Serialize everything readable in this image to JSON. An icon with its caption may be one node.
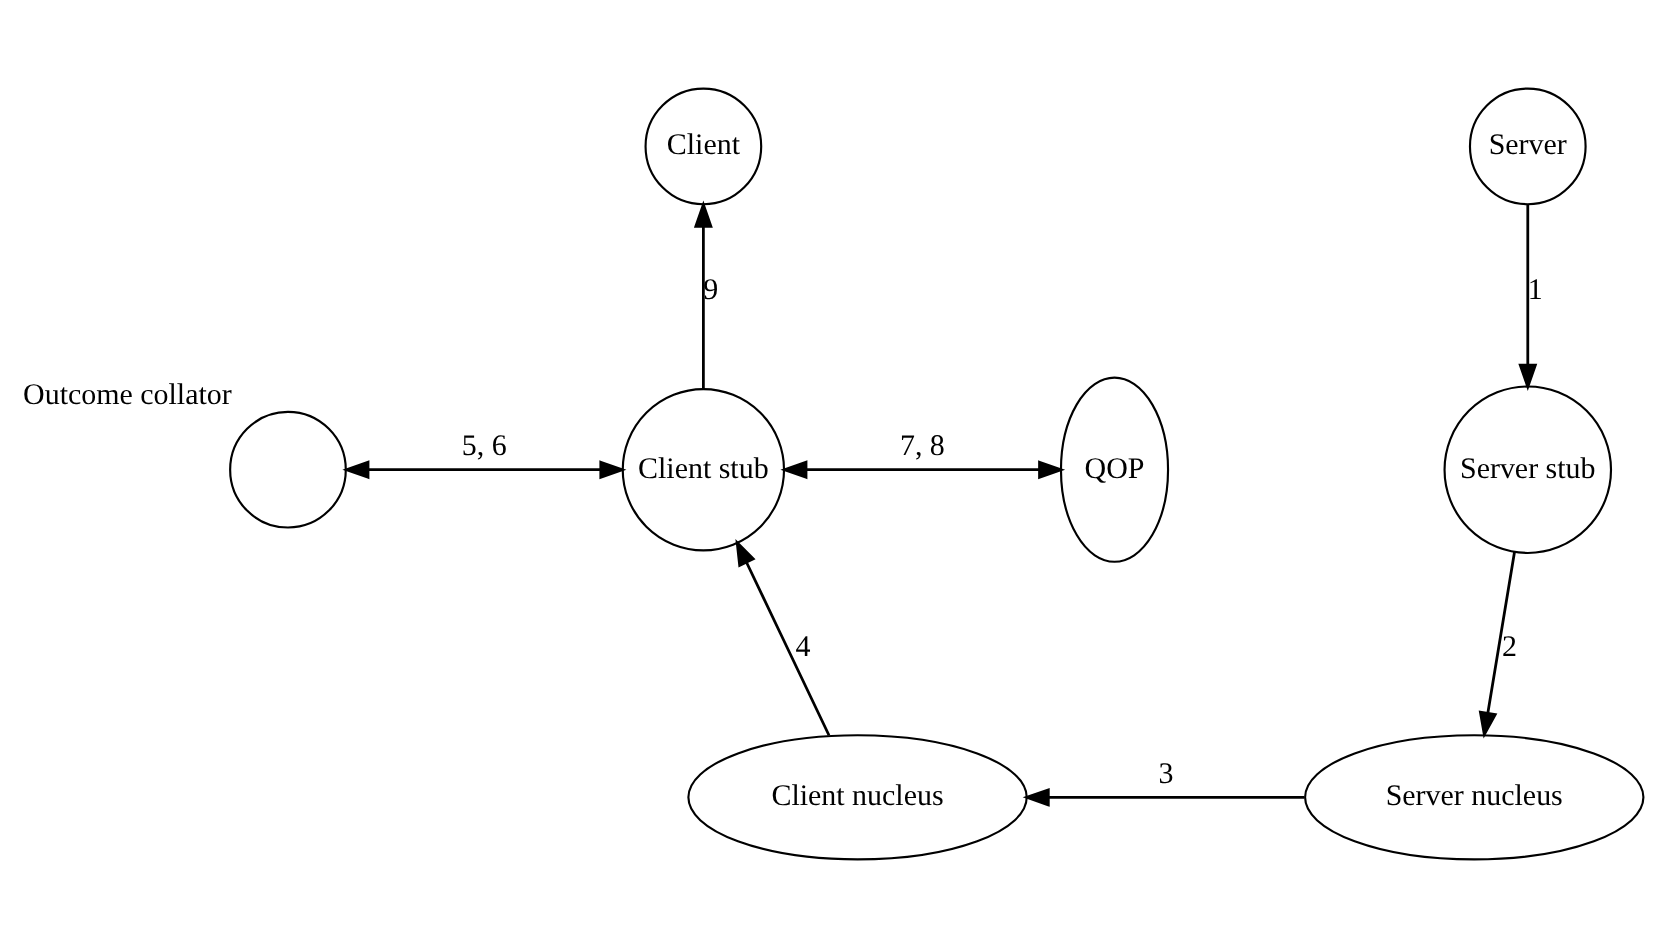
{
  "diagram": {
    "nodes": [
      {
        "text": [
          "Client"
        ]
      },
      {
        "text": [
          "Server"
        ]
      },
      {
        "text": [],
        "shape": "circle",
        "beside": [
          "Outcome collator"
        ]
      },
      {
        "text": [
          "Client stub"
        ]
      },
      {
        "text": [
          "QOP"
        ]
      },
      {
        "text": [
          "Server stub"
        ]
      },
      {
        "text": [
          "Client nucleus"
        ]
      },
      {
        "text": [
          "Server nucleus"
        ]
      }
    ],
    "edges": [
      {
        "from": 1,
        "to": 5,
        "arrow": "to",
        "label": "1"
      },
      {
        "from": 5,
        "to": 7,
        "arrow": "to",
        "label": "2"
      },
      {
        "from": 7,
        "to": 6,
        "arrow": "to",
        "label": "3"
      },
      {
        "from": 6,
        "to": 3,
        "arrow": "to",
        "label": "4"
      },
      {
        "from": 3,
        "to": 2,
        "arrow": "both",
        "label": "5, 6"
      },
      {
        "from": 3,
        "to": 4,
        "arrow": "both",
        "label": "7, 8"
      },
      {
        "from": 3,
        "to": 0,
        "arrow": "to",
        "label": "9"
      }
    ]
  }
}
